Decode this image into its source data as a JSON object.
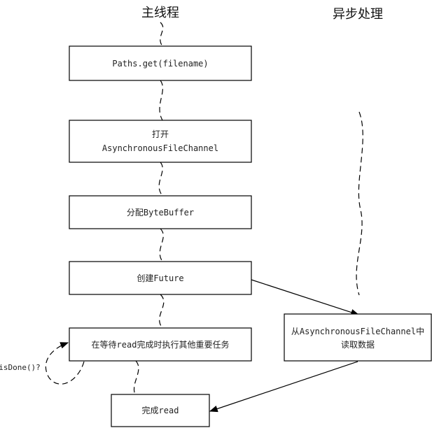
{
  "titles": {
    "main_thread": "主线程",
    "async": "异步处理"
  },
  "steps": [
    {
      "label": "Paths.get(filename)"
    },
    {
      "label_line1": "打开",
      "label_line2": "AsynchronousFileChannel"
    },
    {
      "label": "分配ByteBuffer"
    },
    {
      "label": "创建Future"
    },
    {
      "label": "在等待read完成时执行其他重要任务"
    },
    {
      "label": "完成read"
    }
  ],
  "async_step": {
    "line1": "从AsynchronousFileChannel中",
    "line2": "读取数据"
  },
  "loop_label": "isDone()?"
}
